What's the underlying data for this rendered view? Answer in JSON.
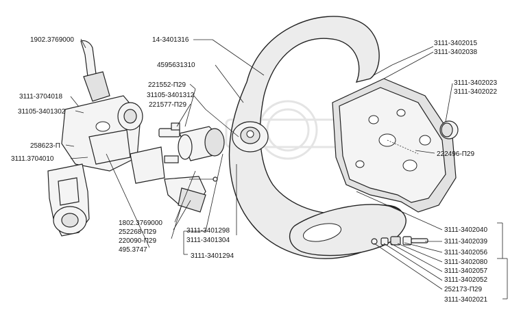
{
  "labels": {
    "l_1902_3769000": "1902.3769000",
    "l_14_3401316": "14-3401316",
    "l_4595631310": "4595631310",
    "l_221552": "221552-П29",
    "l_31105_3401312": "31105-3401312",
    "l_221577": "221577-П29",
    "l_3111_3704018": "3111-3704018",
    "l_31105_3401302": "31105-3401302",
    "l_258623": "258623-П",
    "l_3111_3704010": "3111.3704010",
    "l_1802_3769000": "1802.3769000",
    "l_252268": "252268-П29",
    "l_220090": "220090-П29",
    "l_495_3747": "495.3747",
    "l_3111_3401298": "3111-3401298",
    "l_3111_3401304": "3111-3401304",
    "l_3111_3401294": "3111-3401294",
    "l_3111_3402015": "3111-3402015",
    "l_3111_3402038": "3111-3402038",
    "l_3111_3402023": "3111-3402023",
    "l_3111_3402022": "3111-3402022",
    "l_222496": "222496-П29",
    "l_3111_3402040": "3111-3402040",
    "l_3111_3402039": "3111-3402039",
    "l_3111_3402056": "3111-3402056",
    "l_3111_3402080": "3111-3402080",
    "l_3111_3402057": "3111-3402057",
    "l_3111_3402052": "3111-3402052",
    "l_252173": "252173-П29",
    "l_3111_3402021": "3111-3402021"
  }
}
